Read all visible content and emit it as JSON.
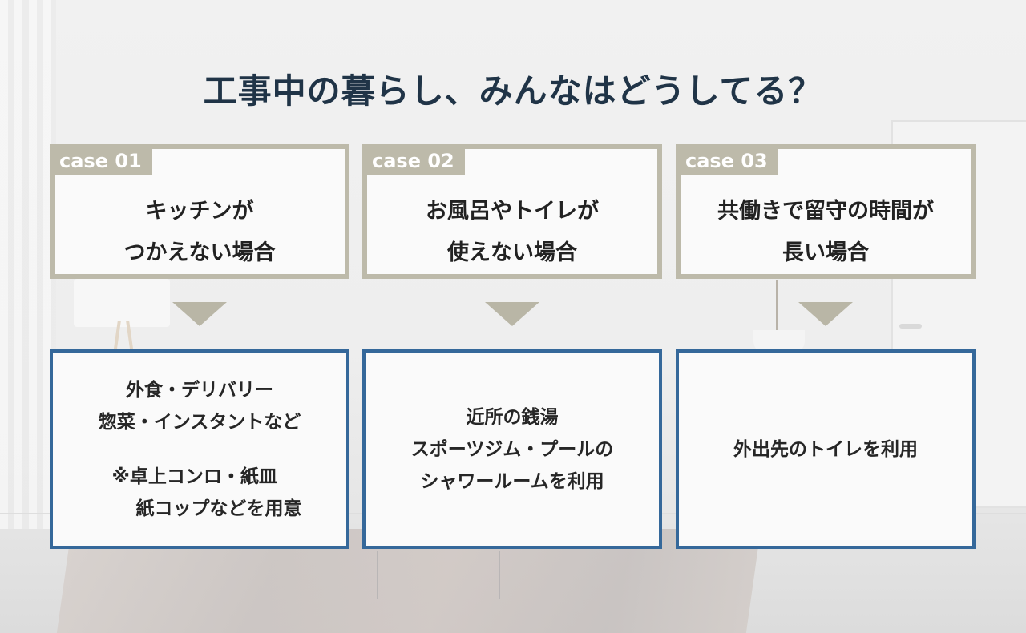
{
  "title": "工事中の暮らし、みんなはどうしてる？",
  "cases": [
    {
      "label": "case 01",
      "situation_line1": "キッチンが",
      "situation_line2": "つかえない場合",
      "answer_line1": "外食・デリバリー",
      "answer_line2": "惣菜・インスタントなど",
      "note_line1": "※卓上コンロ・紙皿",
      "note_line2": "紙コップなどを用意"
    },
    {
      "label": "case 02",
      "situation_line1": "お風呂やトイレが",
      "situation_line2": "使えない場合",
      "answer_line1": "近所の銭湯",
      "answer_line2": "スポーツジム・プールの",
      "answer_line3": "シャワールームを利用"
    },
    {
      "label": "case 03",
      "situation_line1": "共働きで留守の時間が",
      "situation_line2": "長い場合",
      "answer_line1": "外出先のトイレを利用"
    }
  ],
  "colors": {
    "title": "#203447",
    "case_frame": "#bdbaaa",
    "arrow": "#b9b6a6",
    "answer_border": "#35689a"
  }
}
